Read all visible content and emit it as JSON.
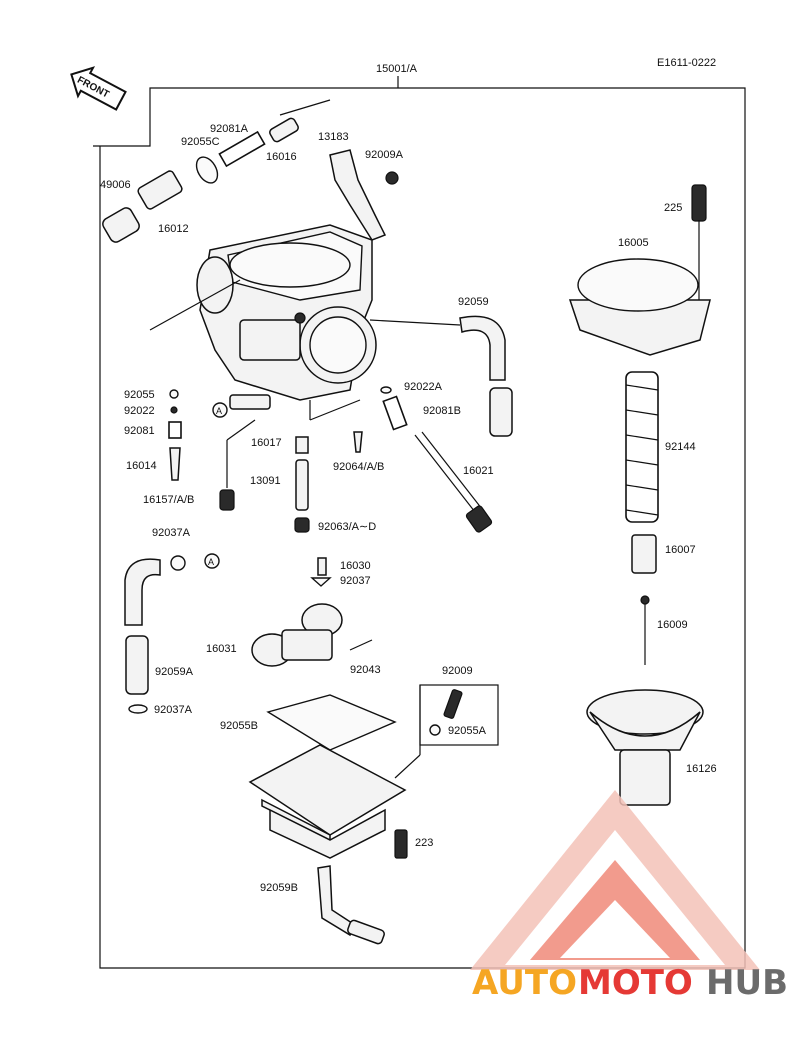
{
  "diagram": {
    "code": "E1611-0222",
    "assembly": "15001/A",
    "front": "FRONT",
    "labels": {
      "p92081A": "92081A",
      "p92055C": "92055C",
      "p16016": "16016",
      "p13183": "13183",
      "p92009A": "92009A",
      "p49006": "49006",
      "p16012": "16012",
      "p225": "225",
      "p16005": "16005",
      "p92059": "92059",
      "p92055": "92055",
      "p92022": "92022",
      "p92081": "92081",
      "p16014": "16014",
      "p16157": "16157/A/B",
      "p16017": "16017",
      "p13091": "13091",
      "p92064": "92064/A/B",
      "p92063": "92063/A∼D",
      "p92022A": "92022A",
      "p92081B": "92081B",
      "p16021": "16021",
      "p92144": "92144",
      "p16007": "16007",
      "p92037A_top": "92037A",
      "p16030": "16030",
      "p92037": "92037",
      "p16009": "16009",
      "p16031": "16031",
      "p92059A": "92059A",
      "p92043": "92043",
      "p92037A_bottom": "92037A",
      "p92009": "92009",
      "p92055B": "92055B",
      "p92055A": "92055A",
      "p16126": "16126",
      "p223": "223",
      "p92059B": "92059B",
      "markA": "A"
    }
  },
  "watermark": {
    "part1": "AUTO",
    "part2": "MOTO",
    "part3": "HUB",
    "colors": {
      "orange": "#f5a623",
      "red": "#e53935",
      "gray": "#6b6b6b"
    }
  }
}
